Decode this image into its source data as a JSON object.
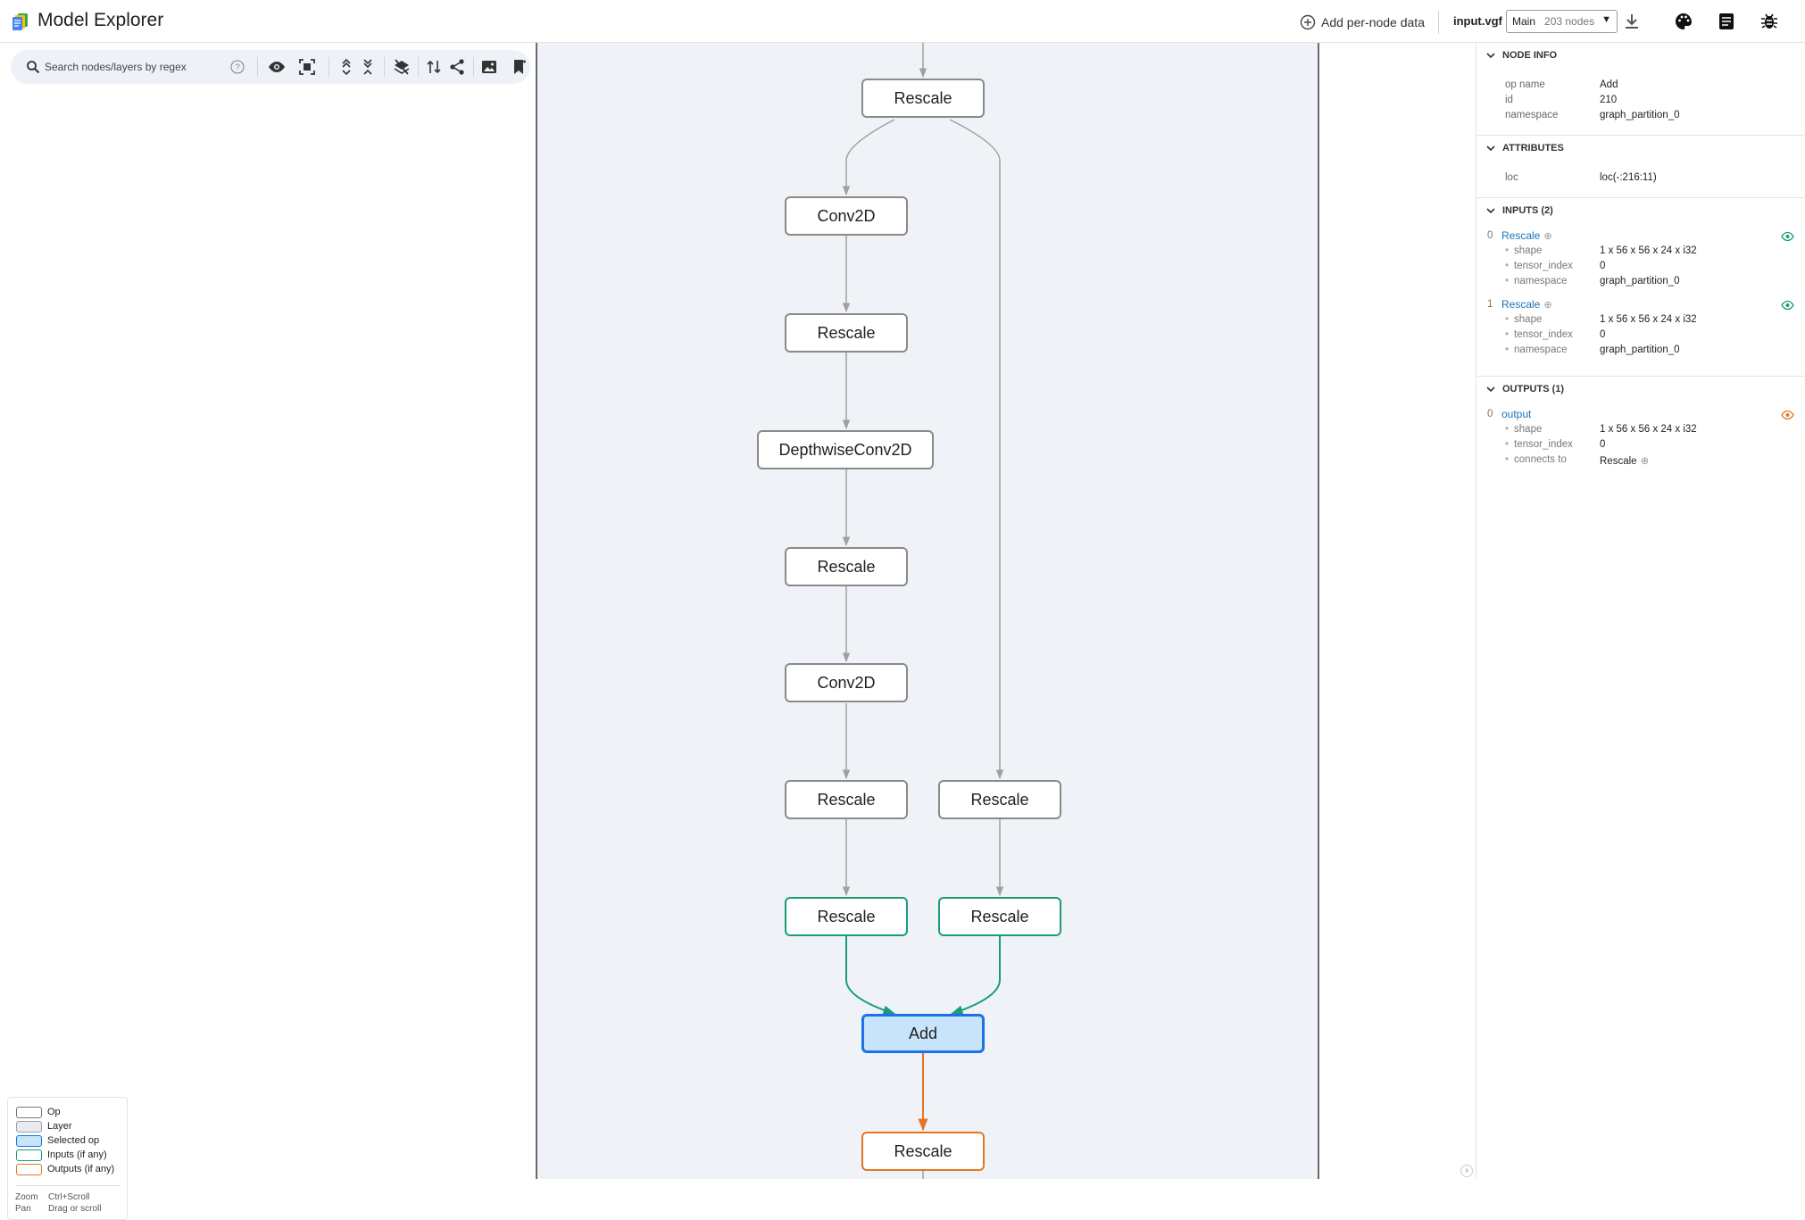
{
  "app": {
    "title": "Model Explorer"
  },
  "topbar": {
    "add_data_label": "Add per-node data",
    "file_name": "input.vgf",
    "graph_select": {
      "value": "Main",
      "node_count": "203 nodes"
    },
    "icons": [
      "download-icon",
      "palette-icon",
      "notes-icon",
      "bug-icon"
    ]
  },
  "search": {
    "placeholder": "Search nodes/layers by regex",
    "value": ""
  },
  "toolbar": {
    "icons": [
      "visibility-icon",
      "fit-screen-icon",
      "expand-layers-icon",
      "collapse-layers-icon",
      "hide-layers-icon",
      "flip-layout-icon",
      "share-icon",
      "download-image-icon",
      "bookmark-icon"
    ]
  },
  "legend": {
    "items": [
      {
        "label": "Op",
        "border": "#777777",
        "fill": "#ffffff"
      },
      {
        "label": "Layer",
        "border": "#9aa0a6",
        "fill": "#e8eaee"
      },
      {
        "label": "Selected op",
        "border": "#1a73e8",
        "fill": "#c8e4fb"
      },
      {
        "label": "Inputs (if any)",
        "border": "#1a9c7a",
        "fill": "#ffffff"
      },
      {
        "label": "Outputs (if any)",
        "border": "#e37625",
        "fill": "#ffffff"
      }
    ],
    "help": [
      {
        "action": "Zoom",
        "keys": "Ctrl+Scroll"
      },
      {
        "action": "Pan",
        "keys": "Drag or scroll"
      }
    ]
  },
  "graph": {
    "nodes": [
      {
        "id": "n_rescale_top",
        "label": "Rescale",
        "kind": "op"
      },
      {
        "id": "n_conv1",
        "label": "Conv2D",
        "kind": "op"
      },
      {
        "id": "n_rescale_2",
        "label": "Rescale",
        "kind": "op"
      },
      {
        "id": "n_dw",
        "label": "DepthwiseConv2D",
        "kind": "op"
      },
      {
        "id": "n_rescale_3",
        "label": "Rescale",
        "kind": "op"
      },
      {
        "id": "n_conv2",
        "label": "Conv2D",
        "kind": "op"
      },
      {
        "id": "n_rescale_4",
        "label": "Rescale",
        "kind": "op"
      },
      {
        "id": "n_rescale_r",
        "label": "Rescale",
        "kind": "op"
      },
      {
        "id": "n_in_l",
        "label": "Rescale",
        "kind": "input"
      },
      {
        "id": "n_in_r",
        "label": "Rescale",
        "kind": "input"
      },
      {
        "id": "n_add",
        "label": "Add",
        "kind": "selected"
      },
      {
        "id": "n_out",
        "label": "Rescale",
        "kind": "output"
      }
    ],
    "colors": {
      "edge": "#a0a0a0",
      "input_edge": "#1a9c7a",
      "output_edge": "#e37625"
    }
  },
  "node_info": {
    "title": "NODE INFO",
    "rows": [
      {
        "key": "op name",
        "value": "Add"
      },
      {
        "key": "id",
        "value": "210"
      },
      {
        "key": "namespace",
        "value": "graph_partition_0"
      }
    ]
  },
  "attributes": {
    "title": "ATTRIBUTES",
    "rows": [
      {
        "key": "loc",
        "value": "loc(-:216:11)"
      }
    ]
  },
  "inputs": {
    "title": "INPUTS (2)",
    "items": [
      {
        "index": "0",
        "name": "Rescale",
        "rows": [
          {
            "key": "shape",
            "value": "1 x 56 x 56 x 24 x i32"
          },
          {
            "key": "tensor_index",
            "value": "0"
          },
          {
            "key": "namespace",
            "value": "graph_partition_0"
          }
        ]
      },
      {
        "index": "1",
        "name": "Rescale",
        "rows": [
          {
            "key": "shape",
            "value": "1 x 56 x 56 x 24 x i32"
          },
          {
            "key": "tensor_index",
            "value": "0"
          },
          {
            "key": "namespace",
            "value": "graph_partition_0"
          }
        ]
      }
    ]
  },
  "outputs": {
    "title": "OUTPUTS (1)",
    "items": [
      {
        "index": "0",
        "name": "output",
        "rows": [
          {
            "key": "shape",
            "value": "1 x 56 x 56 x 24 x i32"
          },
          {
            "key": "tensor_index",
            "value": "0"
          },
          {
            "key": "connects to",
            "value": "Rescale"
          }
        ]
      }
    ]
  }
}
